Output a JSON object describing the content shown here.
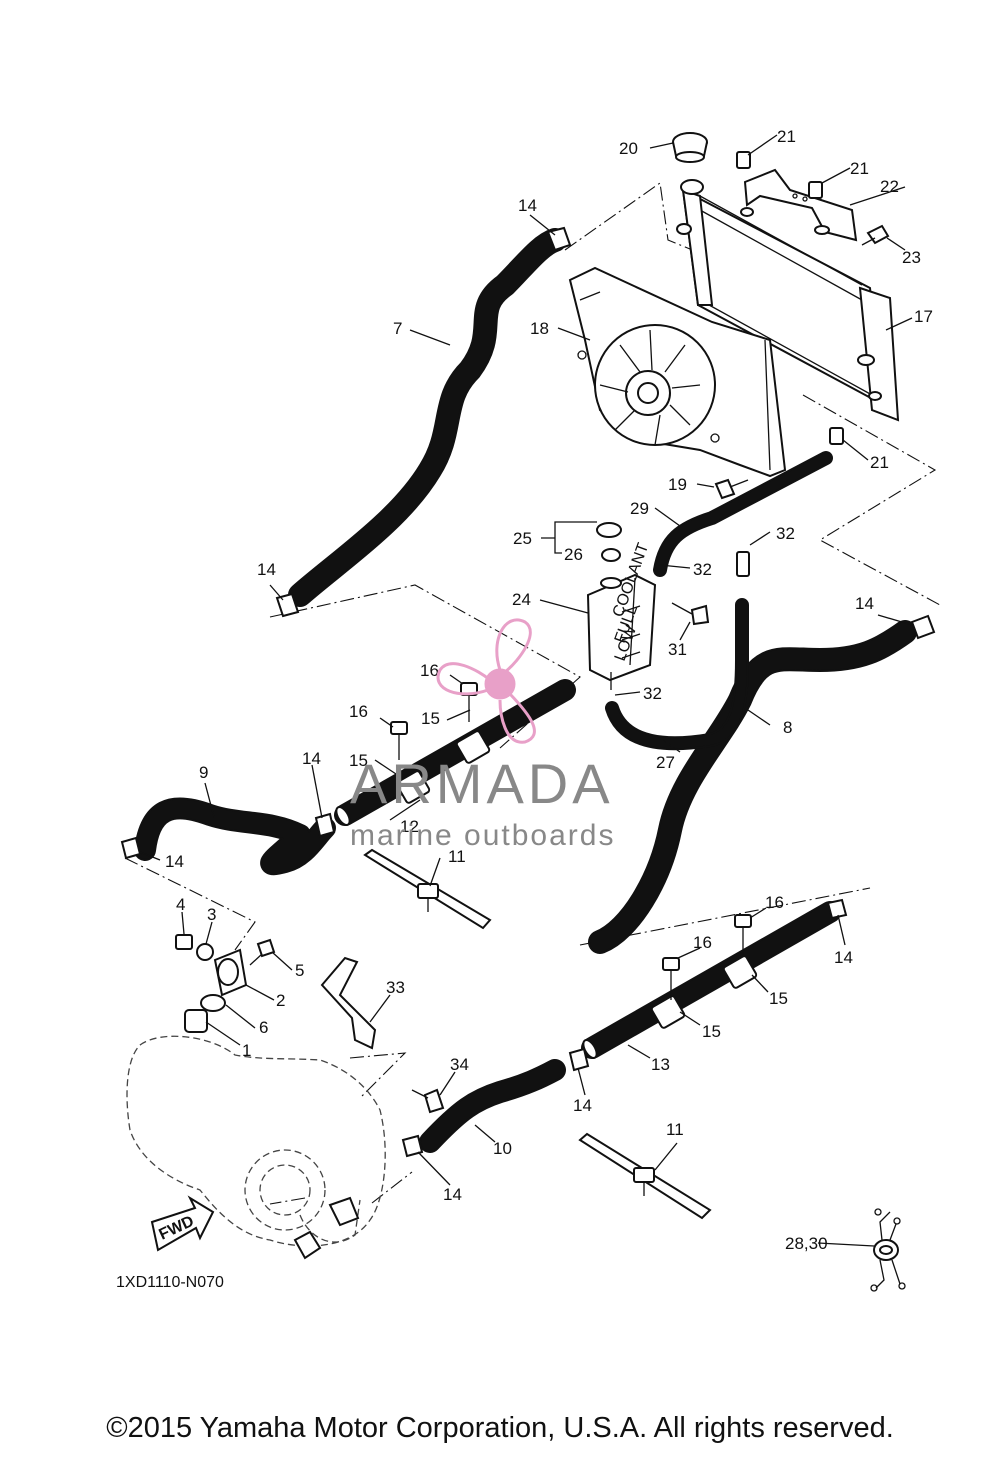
{
  "diagram": {
    "code": "1XD1110-N070",
    "fwd_label": "FWD",
    "tank_marks": [
      "COOLANT",
      "FULL",
      "LOW"
    ],
    "callouts": [
      "1",
      "2",
      "3",
      "4",
      "5",
      "6",
      "7",
      "8",
      "9",
      "10",
      "11",
      "11",
      "12",
      "13",
      "14",
      "14",
      "14",
      "14",
      "14",
      "14",
      "14",
      "14",
      "15",
      "15",
      "15",
      "15",
      "16",
      "16",
      "16",
      "16",
      "17",
      "18",
      "19",
      "20",
      "21",
      "21",
      "21",
      "22",
      "23",
      "24",
      "25",
      "26",
      "27",
      "28,30",
      "29",
      "31",
      "32",
      "32",
      "32",
      "33",
      "34"
    ]
  },
  "watermark": {
    "brand": "ARMADA",
    "tagline": "marine outboards",
    "brand_color": "#e8a0c8",
    "text_color": "#888888"
  },
  "footer": {
    "copyright": "©2015 Yamaha Motor Corporation, U.S.A. All rights reserved."
  }
}
